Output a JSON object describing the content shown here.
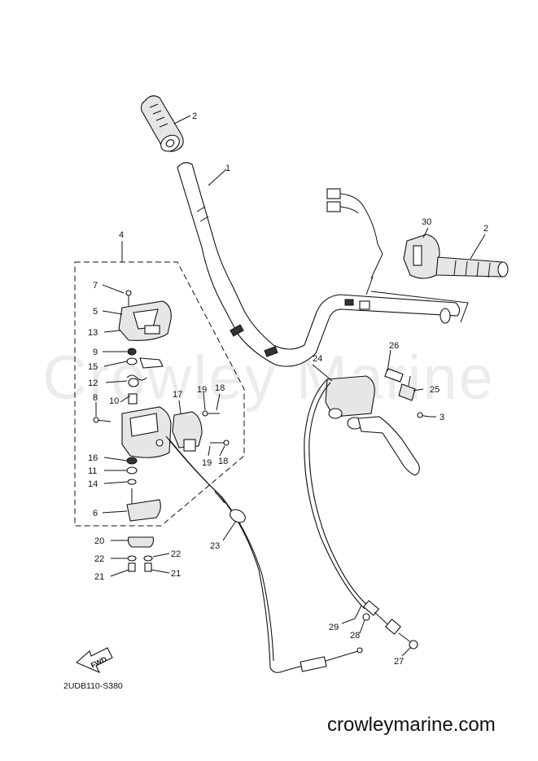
{
  "watermark": "Crowley Marine",
  "diagram_code": "2UDB110-S380",
  "site_url": "crowleymarine.com",
  "fwd_label": "FWD",
  "callouts": [
    {
      "id": "c2a",
      "label": "2"
    },
    {
      "id": "c1",
      "label": "1"
    },
    {
      "id": "c4",
      "label": "4"
    },
    {
      "id": "c30",
      "label": "30"
    },
    {
      "id": "c2b",
      "label": "2"
    },
    {
      "id": "c7",
      "label": "7"
    },
    {
      "id": "c5",
      "label": "5"
    },
    {
      "id": "c13",
      "label": "13"
    },
    {
      "id": "c9",
      "label": "9"
    },
    {
      "id": "c15",
      "label": "15"
    },
    {
      "id": "c12",
      "label": "12"
    },
    {
      "id": "c8",
      "label": "8"
    },
    {
      "id": "c10",
      "label": "10"
    },
    {
      "id": "c17",
      "label": "17"
    },
    {
      "id": "c19a",
      "label": "19"
    },
    {
      "id": "c18a",
      "label": "18"
    },
    {
      "id": "c24",
      "label": "24"
    },
    {
      "id": "c26",
      "label": "26"
    },
    {
      "id": "c25",
      "label": "25"
    },
    {
      "id": "c3",
      "label": "3"
    },
    {
      "id": "c16",
      "label": "16"
    },
    {
      "id": "c11",
      "label": "11"
    },
    {
      "id": "c14",
      "label": "14"
    },
    {
      "id": "c19b",
      "label": "19"
    },
    {
      "id": "c18b",
      "label": "18"
    },
    {
      "id": "c6",
      "label": "6"
    },
    {
      "id": "c23",
      "label": "23"
    },
    {
      "id": "c20",
      "label": "20"
    },
    {
      "id": "c22a",
      "label": "22"
    },
    {
      "id": "c22b",
      "label": "22"
    },
    {
      "id": "c21a",
      "label": "21"
    },
    {
      "id": "c21b",
      "label": "21"
    },
    {
      "id": "c29",
      "label": "29"
    },
    {
      "id": "c28",
      "label": "28"
    },
    {
      "id": "c27",
      "label": "27"
    }
  ]
}
